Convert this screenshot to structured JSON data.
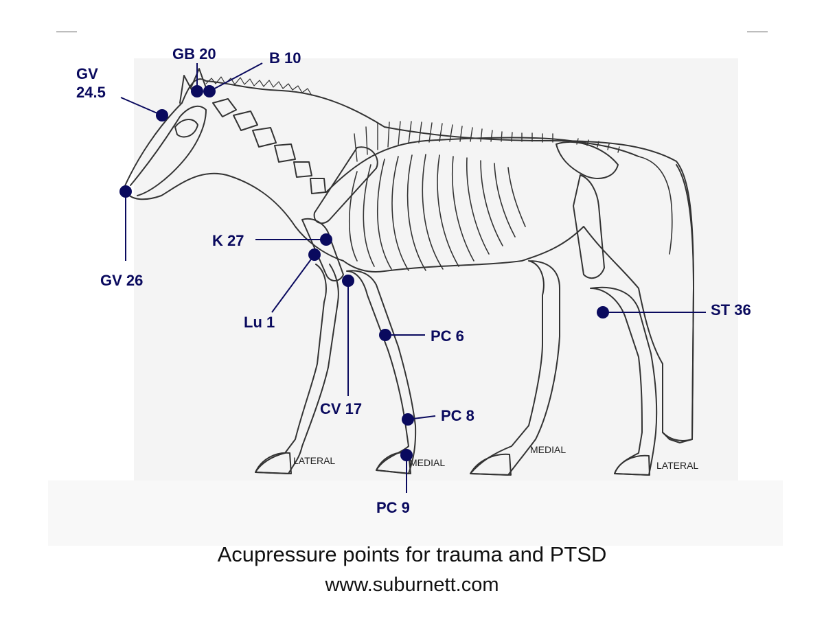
{
  "caption": {
    "title": "Acupressure points for trauma and PTSD",
    "website": "www.suburnett.com"
  },
  "point_color": "#0a0a5e",
  "points": [
    {
      "id": "gv-24-5",
      "label": "GV 24.5"
    },
    {
      "id": "gb-20",
      "label": "GB 20"
    },
    {
      "id": "b-10",
      "label": "B 10"
    },
    {
      "id": "gv-26",
      "label": "GV 26"
    },
    {
      "id": "k-27",
      "label": "K 27"
    },
    {
      "id": "lu-1",
      "label": "Lu 1"
    },
    {
      "id": "cv-17",
      "label": "CV 17"
    },
    {
      "id": "pc-6",
      "label": "PC 6"
    },
    {
      "id": "pc-8",
      "label": "PC 8"
    },
    {
      "id": "pc-9",
      "label": "PC 9"
    },
    {
      "id": "st-36",
      "label": "ST 36"
    }
  ],
  "limb_labels": {
    "front_lateral": "LATERAL",
    "front_medial": "MEDIAL",
    "hind_medial": "MEDIAL",
    "hind_lateral": "LATERAL"
  }
}
